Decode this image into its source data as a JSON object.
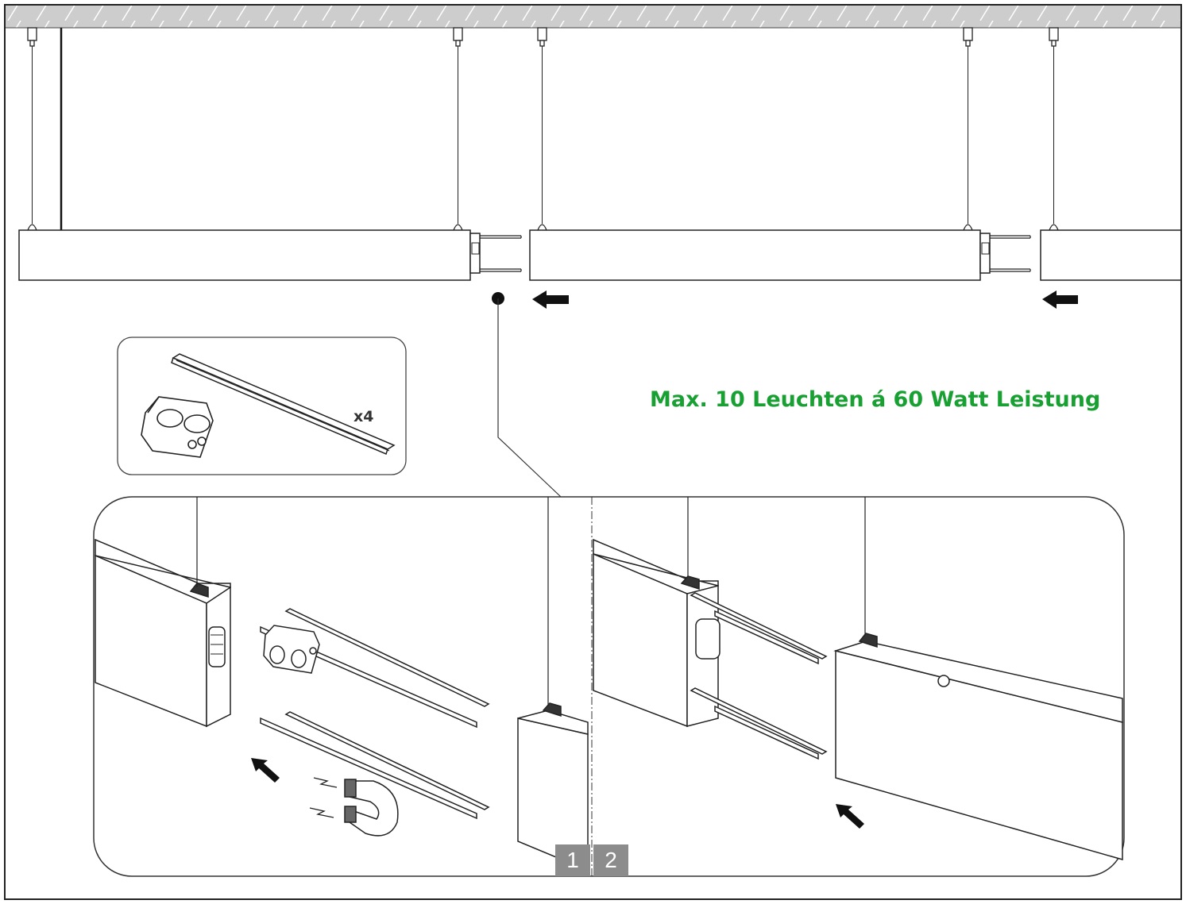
{
  "notice": {
    "text": "Max. 10 Leuchten á 60 Watt Leistung",
    "color": "#19a032"
  },
  "kit": {
    "quantity_label": "x4"
  },
  "steps": [
    {
      "label": "1"
    },
    {
      "label": "2"
    }
  ],
  "icons": {
    "direction": "arrow-left-icon",
    "magnet": "horseshoe-magnet-icon"
  }
}
